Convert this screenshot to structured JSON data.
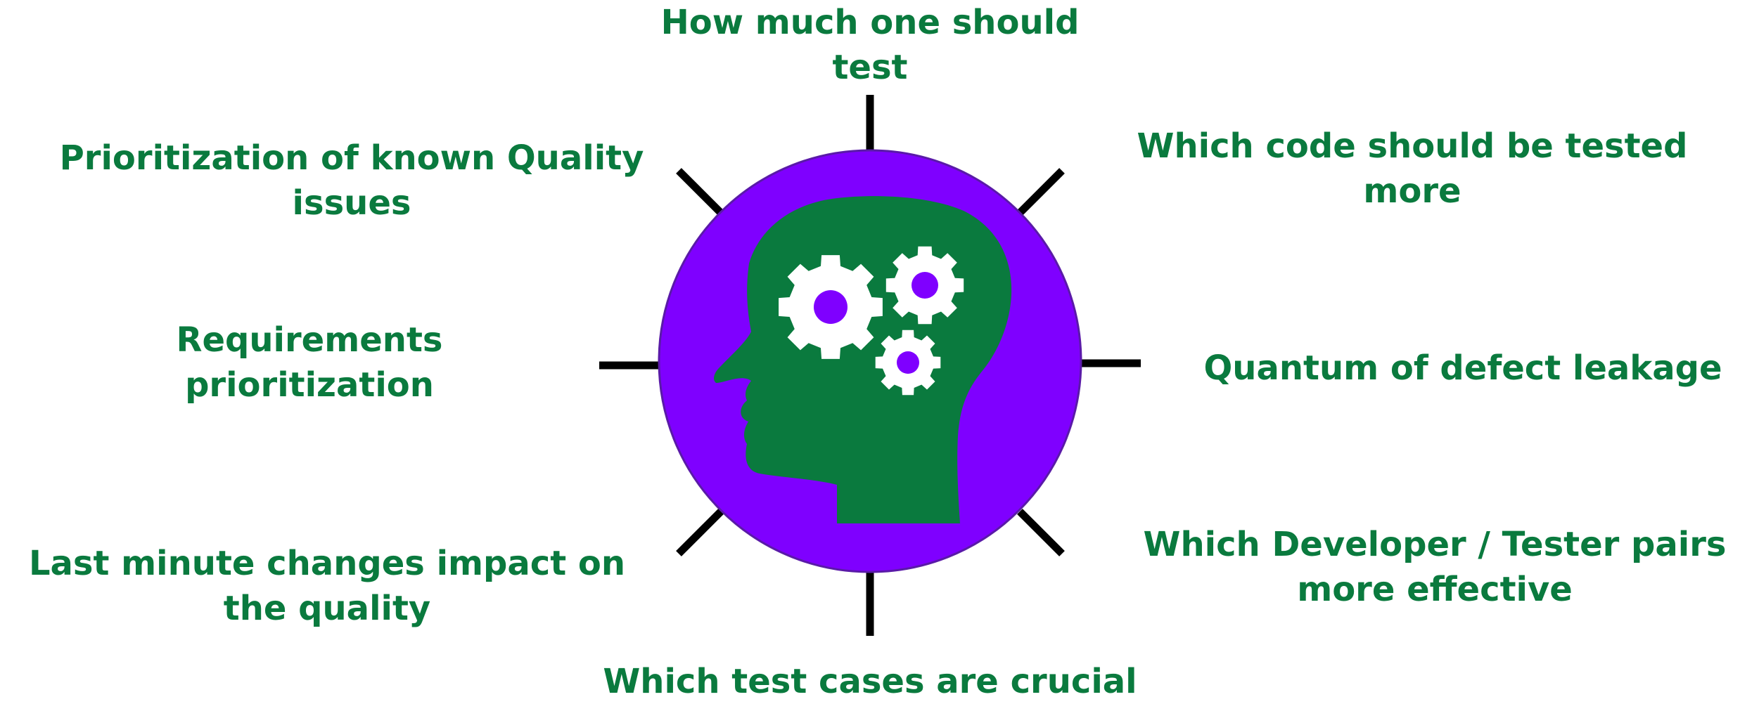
{
  "colors": {
    "text": "#0a7a3e",
    "circle": "#7f00ff",
    "circle_border": "#5a1aa8",
    "head": "#0a7a3e",
    "gears": "#ffffff",
    "gear_hole": "#7f00ff",
    "spokes": "#000000"
  },
  "icons": [
    "head-silhouette-icon",
    "gear-icon"
  ],
  "labels": {
    "top": {
      "line1": "How much one should",
      "line2": "test"
    },
    "top_left": {
      "line1": "Prioritization of known Quality",
      "line2": "issues"
    },
    "top_right": {
      "line1": "Which code should be tested",
      "line2": "more"
    },
    "left": {
      "line1": "Requirements",
      "line2": "prioritization"
    },
    "right": {
      "line1": "Quantum of defect leakage"
    },
    "bottom_left": {
      "line1": "Last minute changes impact on",
      "line2": "the quality"
    },
    "bottom_right": {
      "line1": "Which Developer / Tester pairs",
      "line2": "more effective"
    },
    "bottom": {
      "line1": "Which test cases are crucial"
    }
  }
}
